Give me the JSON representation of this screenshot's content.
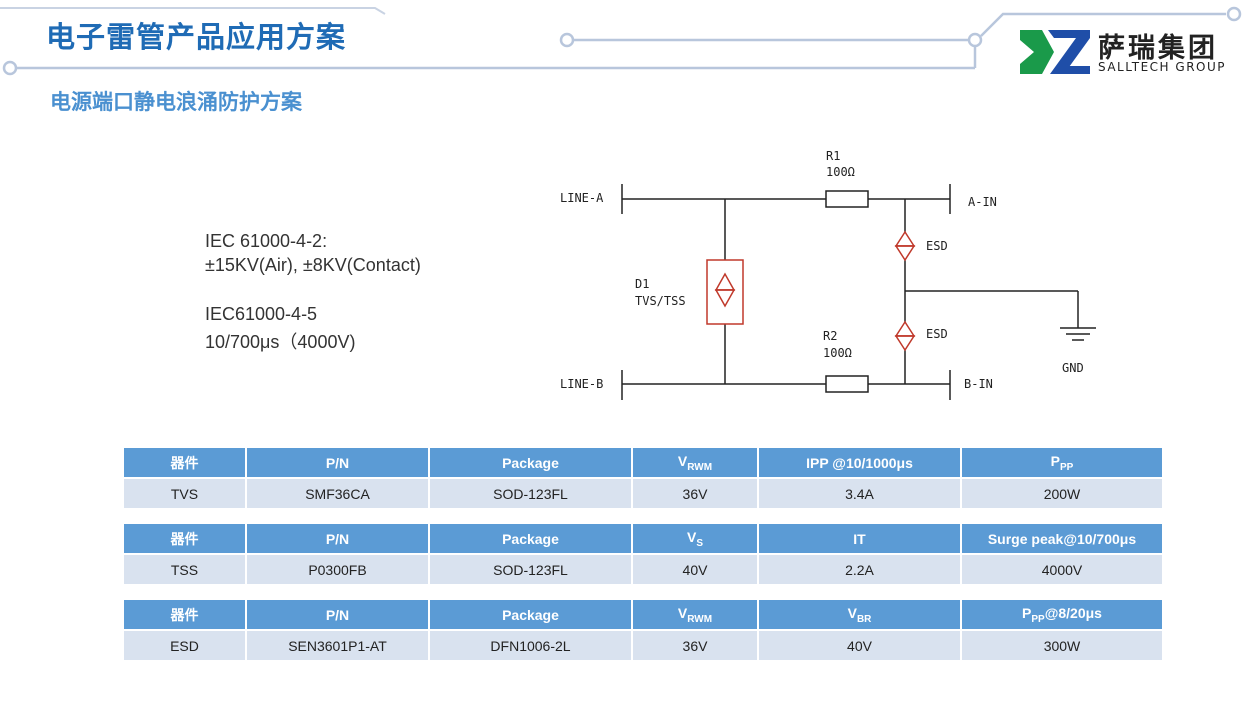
{
  "header": {
    "title": "电子雷管产品应用方案",
    "subtitle": "电源端口静电浪涌防护方案"
  },
  "logo": {
    "name_cn": "萨瑞集团",
    "name_en": "SALLTECH GROUP",
    "colors": {
      "green": "#1a9a4a",
      "blue": "#1f4ea8"
    }
  },
  "specs": {
    "line1": "IEC 61000-4-2:",
    "line2": "±15KV(Air), ±8KV(Contact)",
    "line3": "IEC61000-4-5",
    "line4": "10/700μs（4000V)"
  },
  "schematic": {
    "line_a": "LINE-A",
    "line_b": "LINE-B",
    "a_in": "A-IN",
    "b_in": "B-IN",
    "r1": "R1",
    "r1_val": "100Ω",
    "r2": "R2",
    "r2_val": "100Ω",
    "d1": "D1",
    "d1_type": "TVS/TSS",
    "esd1": "ESD",
    "esd2": "ESD",
    "gnd": "GND"
  },
  "tables": [
    {
      "headers": [
        "器件",
        "P/N",
        "Package",
        "V",
        "IPP @10/1000μs",
        "P"
      ],
      "header_subs": [
        "",
        "",
        "",
        "RWM",
        "",
        "PP"
      ],
      "row": [
        "TVS",
        "SMF36CA",
        "SOD-123FL",
        "36V",
        "3.4A",
        "200W"
      ]
    },
    {
      "headers": [
        "器件",
        "P/N",
        "Package",
        "V",
        "IT",
        "Surge peak@10/700μs"
      ],
      "header_subs": [
        "",
        "",
        "",
        "S",
        "",
        ""
      ],
      "row": [
        "TSS",
        "P0300FB",
        "SOD-123FL",
        "40V",
        "2.2A",
        "4000V"
      ]
    },
    {
      "headers": [
        "器件",
        "P/N",
        "Package",
        "V",
        "V",
        "P"
      ],
      "header_subs": [
        "",
        "",
        "",
        "RWM",
        "BR",
        "PP"
      ],
      "header_tails": [
        "",
        "",
        "",
        "",
        "",
        "@8/20μs"
      ],
      "row": [
        "ESD",
        "SEN3601P1-AT",
        "DFN1006-2L",
        "36V",
        "40V",
        "300W"
      ]
    }
  ],
  "colors": {
    "title": "#1f6bb5",
    "subtitle": "#4a90d0",
    "table_header": "#5b9bd5",
    "table_row": "#d9e2ef",
    "diode": "#c0392b",
    "deco_line": "#b8c6dc"
  }
}
